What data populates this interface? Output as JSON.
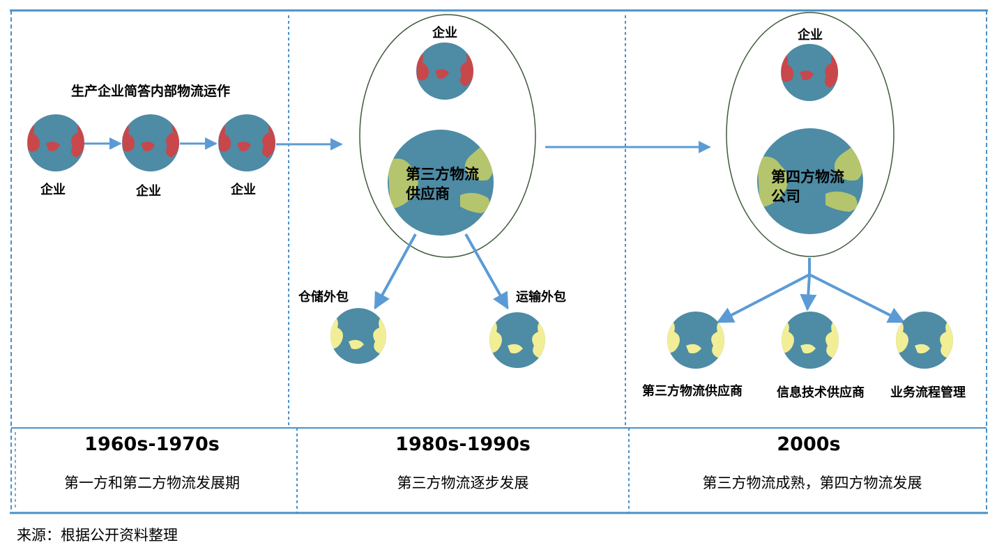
{
  "section1": {
    "heading": "生产企业简答内部物流运作",
    "company_label": "企业",
    "era": "1960s-1970s",
    "description": "第一方和第二方物流发展期"
  },
  "section2": {
    "top_label": "企业",
    "provider_line1": "第三方物流",
    "provider_line2": "供应商",
    "warehouse_label": "仓储外包",
    "transport_label": "运输外包",
    "era": "1980s-1990s",
    "description": "第三方物流逐步发展"
  },
  "section3": {
    "top_label": "企业",
    "company_line1": "第四方物流",
    "company_line2": "公司",
    "child_labels": [
      "第三方物流供应商",
      "信息技术供应商",
      "业务流程管理"
    ],
    "era": "2000s",
    "description": "第三方物流成熟，第四方物流发展"
  },
  "source": "来源：根据公开资料整理",
  "colors": {
    "ocean": "#4E8BA5",
    "land_red": "#C8474A",
    "land_green": "#B5C56D",
    "land_yellow": "#F1EE96",
    "arrow": "#5B9BD5",
    "border": "#4A90C8",
    "ellipse": "#3D5A3A"
  }
}
